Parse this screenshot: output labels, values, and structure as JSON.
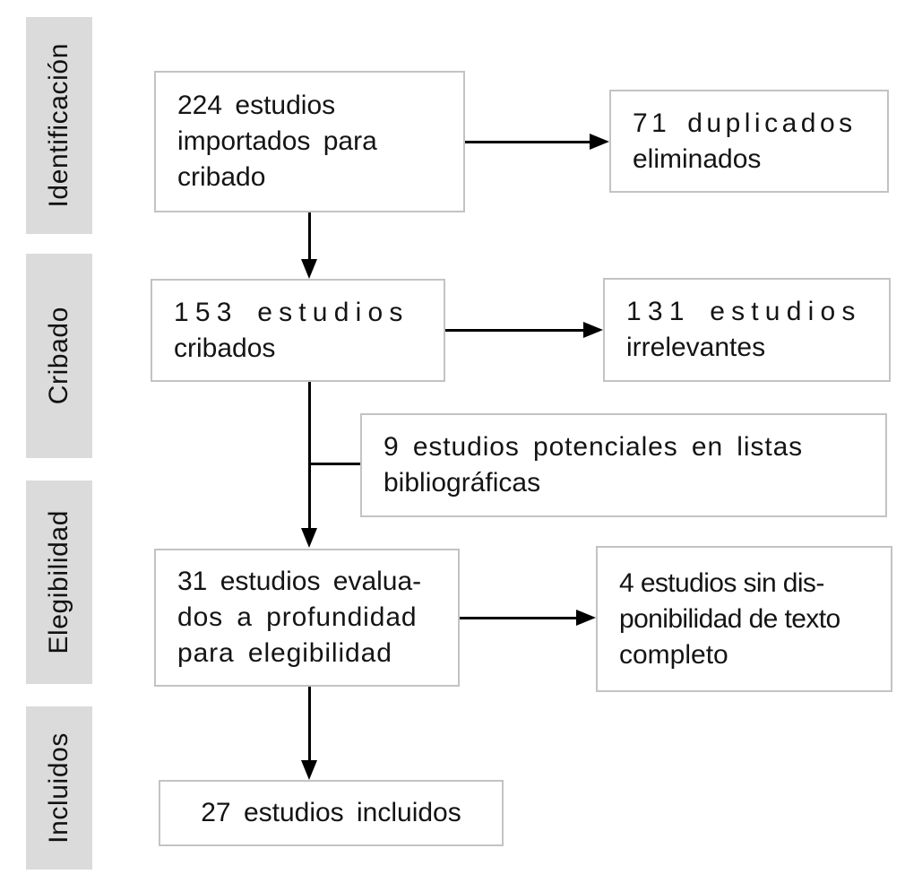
{
  "colors": {
    "background": "#ffffff",
    "band_fill": "#dbdbdb",
    "box_border": "#c3c3c3",
    "text": "#141414",
    "arrow": "#000000"
  },
  "sidebar": {
    "labels": [
      "Identificación",
      "Cribado",
      "Elegibilidad",
      "Incluidos"
    ]
  },
  "boxes": {
    "imported": {
      "lines": [
        "224 estudios",
        "importados para",
        "cribado"
      ]
    },
    "duplicates": {
      "lines": [
        "71 duplicados",
        "eliminados"
      ]
    },
    "screened": {
      "lines": [
        "153 estudios",
        "cribados"
      ]
    },
    "irrelevant": {
      "lines": [
        "131 estudios",
        "irrelevantes"
      ]
    },
    "reference_lists": {
      "lines": [
        "9 estudios potenciales en listas",
        "bibliográficas"
      ]
    },
    "assessed": {
      "lines": [
        "31 estudios evalua-",
        "dos a profundidad",
        "para elegibilidad"
      ]
    },
    "no_fulltext": {
      "lines": [
        "4 estudios sin dis-",
        "ponibilidad de texto",
        "completo"
      ]
    },
    "included": {
      "lines": [
        "27 estudios incluidos"
      ]
    }
  }
}
